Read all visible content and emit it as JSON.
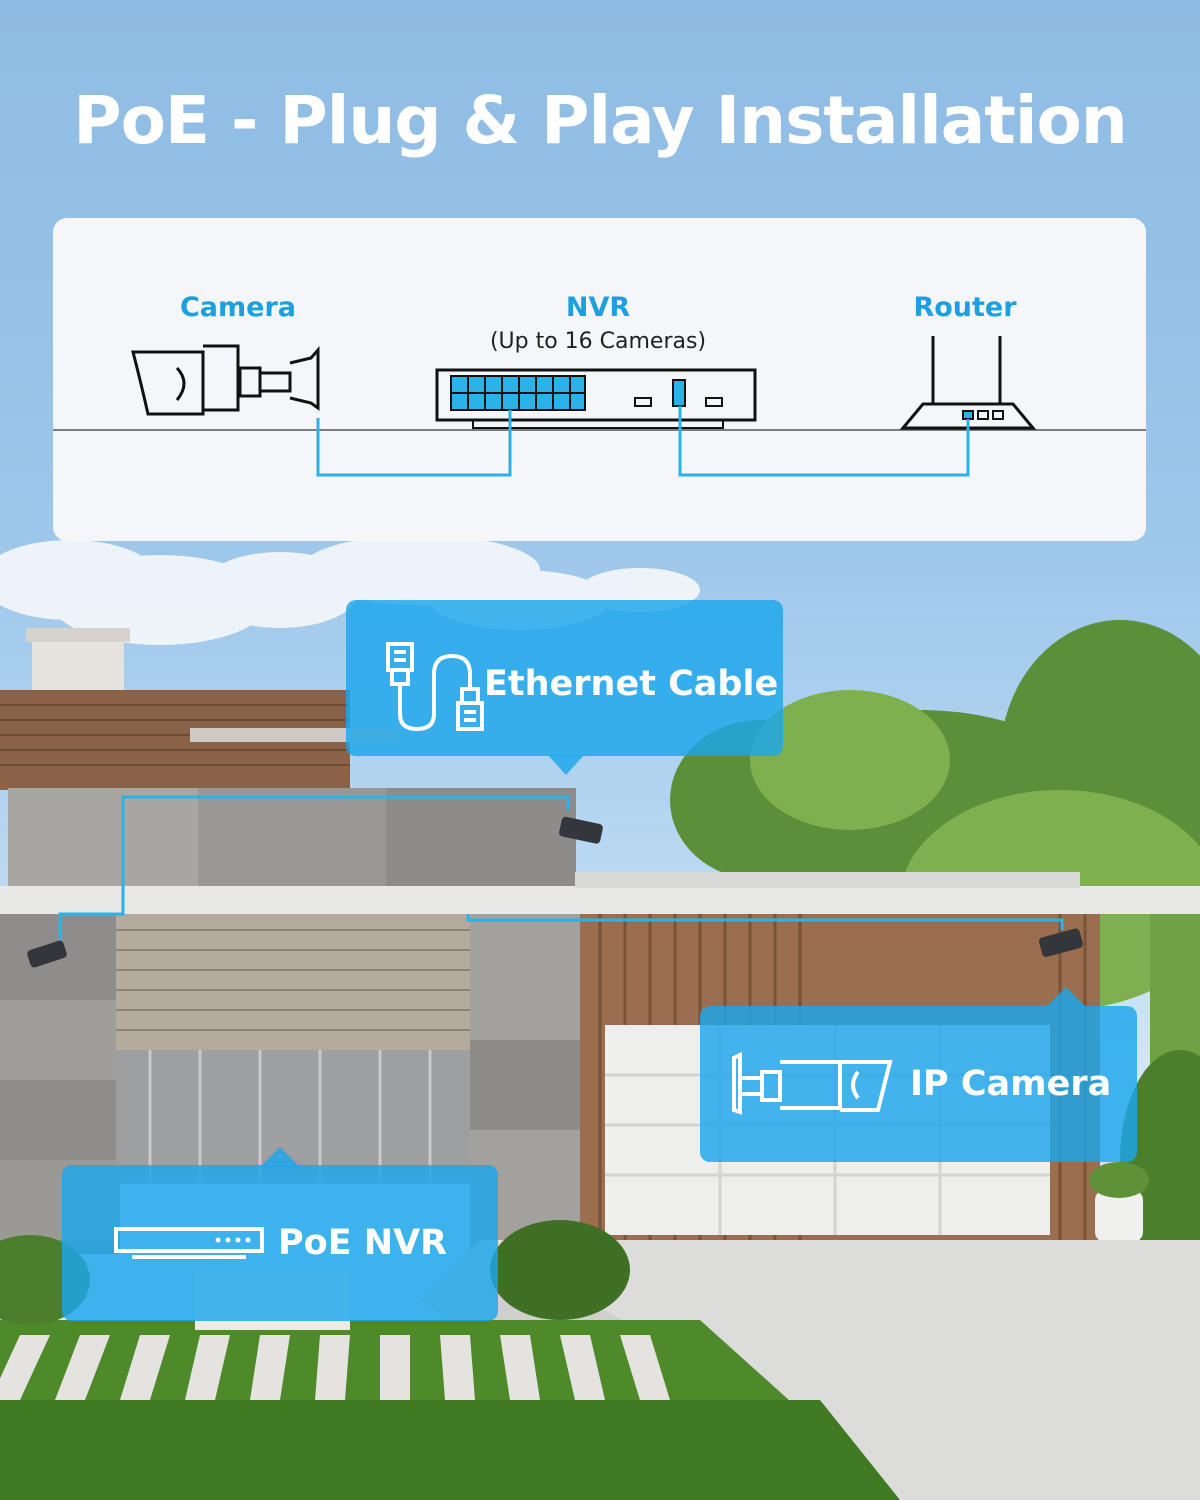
{
  "title": "PoE - Plug & Play Installation",
  "diagram": {
    "camera_label": "Camera",
    "nvr_label": "NVR",
    "nvr_sublabel": "(Up to 16 Cameras)",
    "router_label": "Router"
  },
  "callouts": {
    "ethernet": "Ethernet Cable",
    "ip_camera": "IP Camera",
    "poe_nvr": "PoE NVR"
  },
  "colors": {
    "accent": "#1ea0e0",
    "cable": "#2bb3e8",
    "callout": "#1ca6eb"
  }
}
